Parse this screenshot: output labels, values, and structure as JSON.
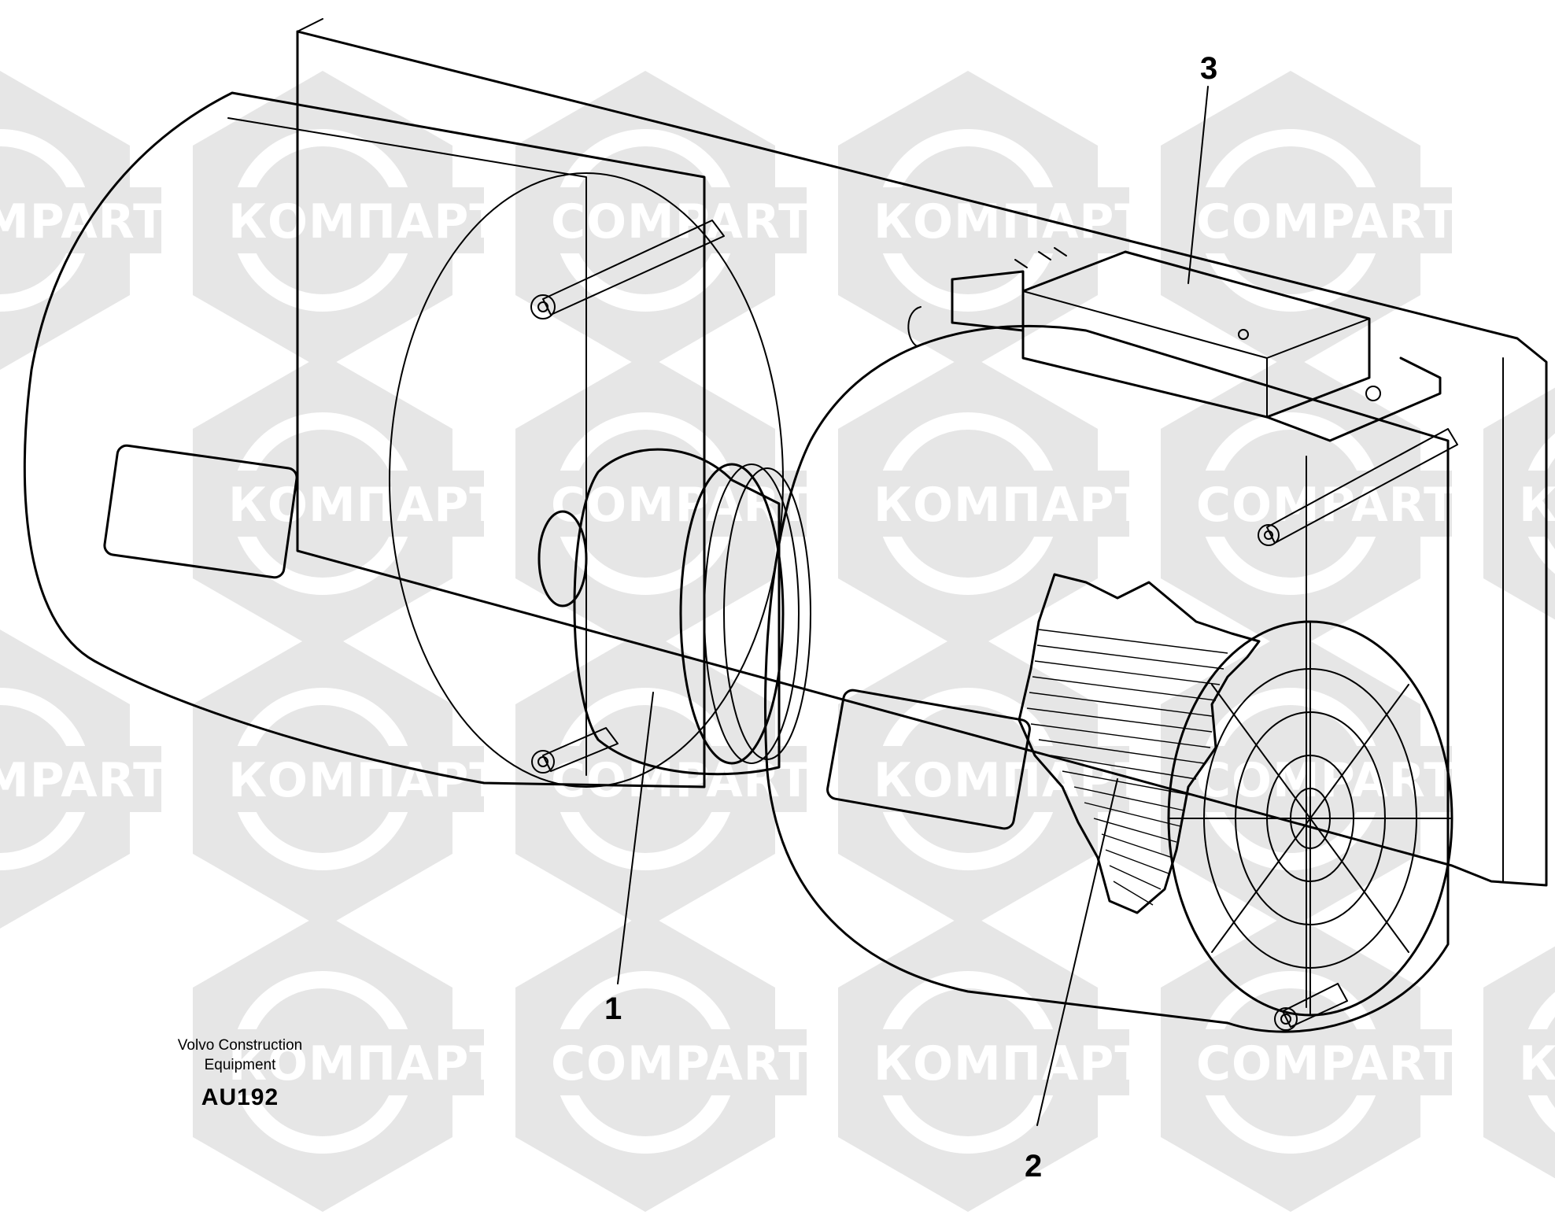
{
  "watermark": {
    "texts": [
      "COMPART",
      "КОМПАРТ"
    ],
    "hex_color": "#e6e6e6"
  },
  "callouts": [
    {
      "id": "1",
      "label": "1"
    },
    {
      "id": "2",
      "label": "2"
    },
    {
      "id": "3",
      "label": "3"
    }
  ],
  "caption": {
    "line1": "Volvo Construction",
    "line2": "Equipment",
    "code": "AU192"
  },
  "colors": {
    "line": "#000000",
    "background": "#ffffff",
    "watermark": "#e6e6e6"
  }
}
